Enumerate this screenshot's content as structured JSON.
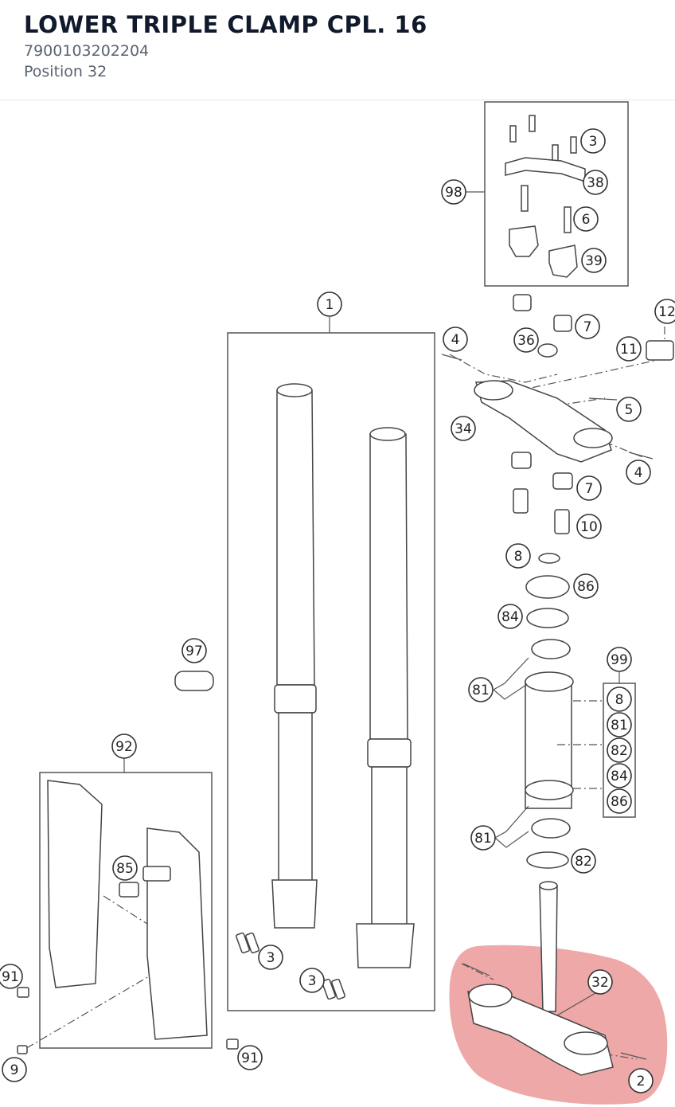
{
  "header": {
    "title": "LOWER TRIPLE CLAMP CPL. 16",
    "part_number": "7900103202204",
    "position": "Position 32"
  },
  "diagram": {
    "highlight_color": "#e06060",
    "callouts": [
      {
        "id": "c3a",
        "label": "3"
      },
      {
        "id": "c38",
        "label": "38"
      },
      {
        "id": "c98",
        "label": "98"
      },
      {
        "id": "c6",
        "label": "6"
      },
      {
        "id": "c39",
        "label": "39"
      },
      {
        "id": "c1",
        "label": "1"
      },
      {
        "id": "c12",
        "label": "12"
      },
      {
        "id": "c4a",
        "label": "4"
      },
      {
        "id": "c36",
        "label": "36"
      },
      {
        "id": "c7a",
        "label": "7"
      },
      {
        "id": "c11",
        "label": "11"
      },
      {
        "id": "c5",
        "label": "5"
      },
      {
        "id": "c34",
        "label": "34"
      },
      {
        "id": "c4b",
        "label": "4"
      },
      {
        "id": "c7b",
        "label": "7"
      },
      {
        "id": "c10",
        "label": "10"
      },
      {
        "id": "c8",
        "label": "8"
      },
      {
        "id": "c86",
        "label": "86"
      },
      {
        "id": "c84",
        "label": "84"
      },
      {
        "id": "c97",
        "label": "97"
      },
      {
        "id": "c99",
        "label": "99"
      },
      {
        "id": "c81a",
        "label": "81"
      },
      {
        "id": "c92",
        "label": "92"
      },
      {
        "id": "c81b",
        "label": "81"
      },
      {
        "id": "c85",
        "label": "85"
      },
      {
        "id": "c82",
        "label": "82"
      },
      {
        "id": "c3b",
        "label": "3"
      },
      {
        "id": "c3c",
        "label": "3"
      },
      {
        "id": "c91a",
        "label": "91"
      },
      {
        "id": "c32",
        "label": "32"
      },
      {
        "id": "c91b",
        "label": "91"
      },
      {
        "id": "c9",
        "label": "9"
      },
      {
        "id": "c2",
        "label": "2"
      }
    ],
    "kit_99_items": [
      "8",
      "81",
      "82",
      "84",
      "86"
    ]
  }
}
